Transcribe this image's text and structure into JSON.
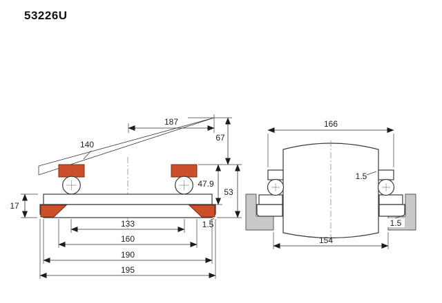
{
  "title": "53226U",
  "left_view": {
    "dim_187": "187",
    "dim_140": "140",
    "dim_67": "67",
    "dim_47_9": "47.9",
    "dim_53": "53",
    "dim_17": "17",
    "dim_1_5": "1.5",
    "dim_133": "133",
    "dim_160": "160",
    "dim_190": "190",
    "dim_195": "195"
  },
  "right_view": {
    "dim_166": "166",
    "dim_1_5_top": "1.5",
    "dim_1_5_bottom": "1.5",
    "dim_154": "154"
  },
  "colors": {
    "washer_accent": "#cc4e2a",
    "outline": "#3a3a3a",
    "housing_gray": "#c9c9c9"
  }
}
